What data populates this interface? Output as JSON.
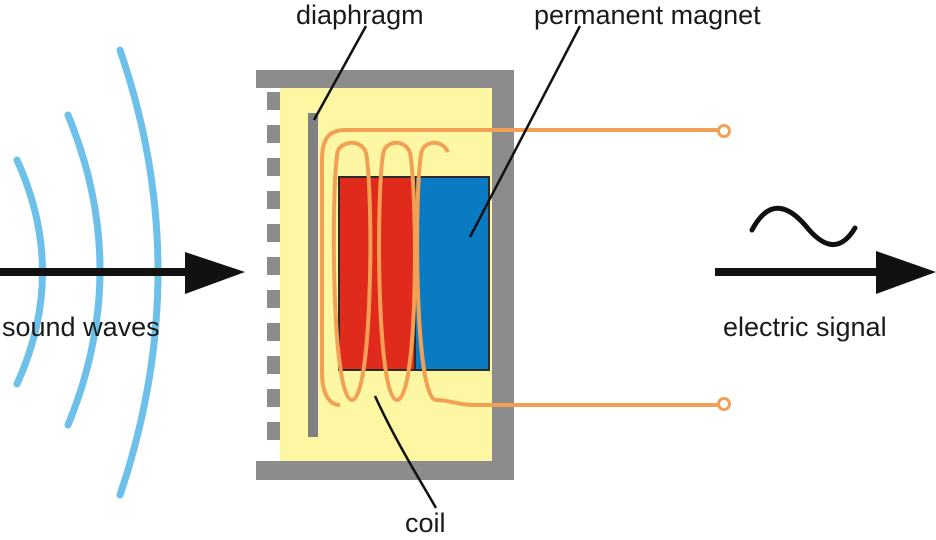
{
  "labels": {
    "diaphragm": "diaphragm",
    "permanent_magnet": "permanent magnet",
    "sound_waves": "sound waves",
    "electric_signal": "electric signal",
    "coil": "coil"
  },
  "colors": {
    "sound_wave": "#6cc0ea",
    "arrow": "#111111",
    "housing": "#8c8c8c",
    "chamber": "#fdf6a3",
    "diaphragm": "#808080",
    "magnet_north": "#e02a1c",
    "magnet_south": "#0a7bc2",
    "coil": "#f2a055",
    "leader_line": "#111111"
  },
  "icons": {
    "signal": "ac-sine-wave-icon",
    "terminal": "terminal-circle-icon"
  }
}
